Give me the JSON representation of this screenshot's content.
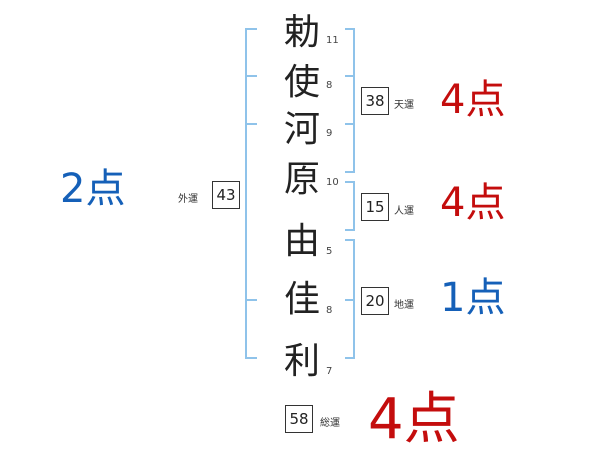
{
  "name_chars": [
    {
      "char": "勅",
      "strokes": "11"
    },
    {
      "char": "使",
      "strokes": "8"
    },
    {
      "char": "河",
      "strokes": "9"
    },
    {
      "char": "原",
      "strokes": "10"
    },
    {
      "char": "由",
      "strokes": "5"
    },
    {
      "char": "佳",
      "strokes": "8"
    },
    {
      "char": "利",
      "strokes": "7"
    }
  ],
  "fortunes": {
    "tenun": {
      "label": "天運",
      "value": "38",
      "score": "4点"
    },
    "jinun": {
      "label": "人運",
      "value": "15",
      "score": "4点"
    },
    "chiun": {
      "label": "地運",
      "value": "20",
      "score": "1点"
    },
    "gaiun": {
      "label": "外運",
      "value": "43",
      "score": "2点"
    },
    "souun": {
      "label": "総運",
      "value": "58",
      "score": "4点"
    }
  },
  "colors": {
    "good": "#c40d0d",
    "bad": "#1560b8",
    "bracket": "#8fc3ea"
  }
}
